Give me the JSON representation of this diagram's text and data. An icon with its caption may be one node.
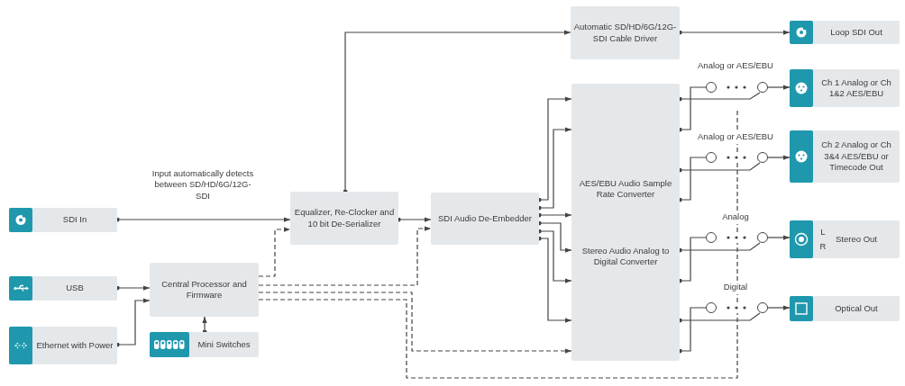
{
  "diagram": {
    "nodes": [
      {
        "text": [
          "SDI In"
        ]
      },
      {
        "text": [
          "USB"
        ]
      },
      {
        "text": [
          "Ethernet with Power"
        ]
      },
      {
        "text": [
          "Central Processor and Firmware"
        ]
      },
      {
        "text": [
          "Mini Switches"
        ]
      },
      {
        "text": [
          "Equalizer, Re-Clocker and 10 bit De-Serializer"
        ]
      },
      {
        "text": [
          "Automatic SD/HD/6G/12G-SDI Cable Driver"
        ]
      },
      {
        "text": [
          "Loop SDI Out"
        ]
      },
      {
        "text": [
          "SDI Audio De-Embedder"
        ]
      },
      {
        "text": [
          "AES/EBU Audio Sample Rate Converter",
          "Stereo Audio Analog to Digital Converter"
        ]
      },
      {
        "text": [
          "Ch 1 Analog or Ch 1&2 AES/EBU"
        ]
      },
      {
        "text": [
          "Ch 2 Analog or Ch 3&4 AES/EBU or Timecode Out"
        ]
      },
      {
        "text": [
          "Stereo Out"
        ]
      },
      {
        "text": [
          "Optical Out"
        ]
      },
      {
        "text": [],
        "shape": "circle"
      },
      {
        "text": [],
        "shape": "circle"
      },
      {
        "text": [],
        "shape": "circle"
      },
      {
        "text": [],
        "shape": "circle"
      },
      {
        "text": [],
        "shape": "circle"
      },
      {
        "text": [],
        "shape": "circle"
      },
      {
        "text": [],
        "shape": "circle"
      },
      {
        "text": [],
        "shape": "circle"
      }
    ],
    "edges": [
      {
        "from": 0,
        "to": 5,
        "arrow": "to",
        "label": "Input automatically detects between SD/HD/6G/12G-SDI"
      },
      {
        "from": 5,
        "to": 6,
        "arrow": "to"
      },
      {
        "from": 6,
        "to": 7,
        "arrow": "to"
      },
      {
        "from": 5,
        "to": 8,
        "arrow": "to"
      },
      {
        "from": 1,
        "to": 3,
        "arrow": "to"
      },
      {
        "from": 2,
        "to": 3,
        "arrow": "to"
      },
      {
        "from": 4,
        "to": 3,
        "arrow": "to"
      },
      {
        "from": 3,
        "to": 5,
        "arrow": "to",
        "style": "dashed"
      },
      {
        "from": 3,
        "to": 8,
        "arrow": "to",
        "style": "dashed"
      },
      {
        "from": 3,
        "to": 9,
        "arrow": "to",
        "style": "dashed"
      },
      {
        "from": 3,
        "to": null,
        "arrow": "none",
        "style": "dashed"
      },
      {
        "from": 8,
        "to": 9,
        "arrow": "to"
      },
      {
        "from": 8,
        "to": 9,
        "arrow": "to"
      },
      {
        "from": 8,
        "to": 9,
        "arrow": "to"
      },
      {
        "from": 8,
        "to": 9,
        "arrow": "to"
      },
      {
        "from": 8,
        "to": 9,
        "arrow": "to"
      },
      {
        "from": 8,
        "to": 9,
        "arrow": "to"
      },
      {
        "from": 9,
        "to": 14,
        "arrow": "other"
      },
      {
        "from": 9,
        "to": 15,
        "arrow": "other"
      },
      {
        "from": 15,
        "to": 10,
        "arrow": "to"
      },
      {
        "from": 9,
        "to": 16,
        "arrow": "other"
      },
      {
        "from": 9,
        "to": 17,
        "arrow": "other"
      },
      {
        "from": 17,
        "to": 11,
        "arrow": "to"
      },
      {
        "from": 9,
        "to": 18,
        "arrow": "other"
      },
      {
        "from": 9,
        "to": 19,
        "arrow": "other"
      },
      {
        "from": 19,
        "to": 12,
        "arrow": "to"
      },
      {
        "from": 9,
        "to": 20,
        "arrow": "other"
      },
      {
        "from": 9,
        "to": 21,
        "arrow": "other"
      },
      {
        "from": 21,
        "to": 13,
        "arrow": "to"
      }
    ],
    "labels": [
      "Analog or AES/EBU",
      "Analog or AES/EBU",
      "Analog",
      "L",
      "R",
      "Digital"
    ]
  }
}
